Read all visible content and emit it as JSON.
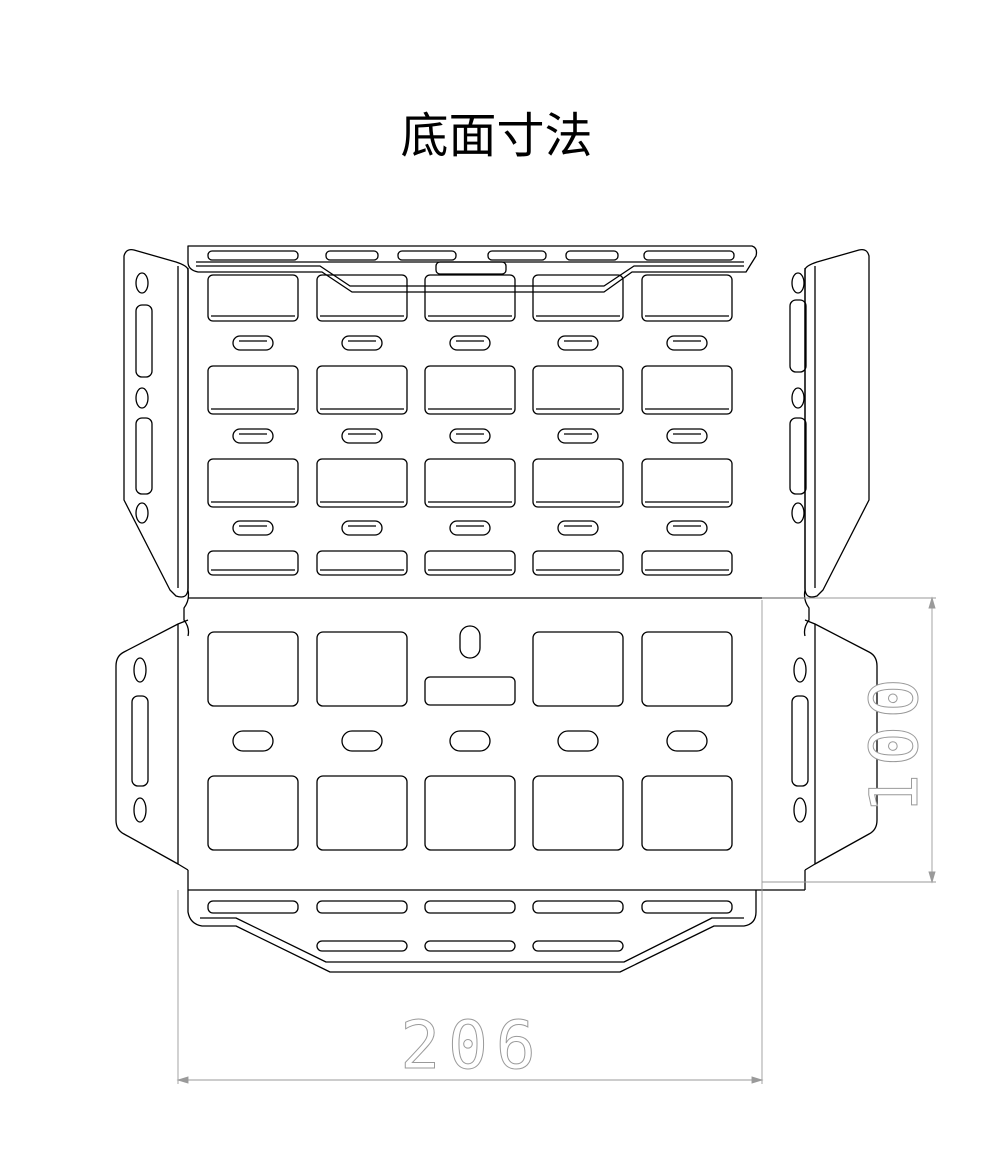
{
  "title": "底面寸法",
  "dimensions": {
    "width_label": "206",
    "height_label": "100"
  },
  "colors": {
    "line": "#000000",
    "dimension": "#9a9a9a",
    "background": "#ffffff"
  }
}
